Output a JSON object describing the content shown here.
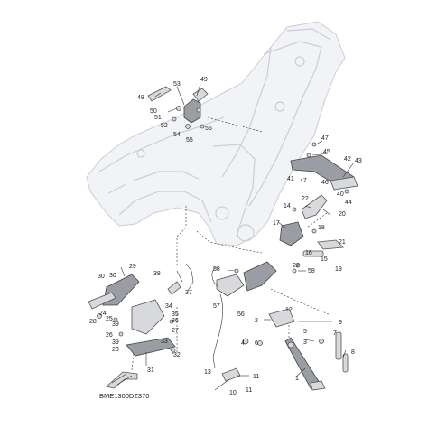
{
  "diagram": {
    "code_label": "BME1300DZ370",
    "callouts": [
      "1",
      "2",
      "3",
      "4",
      "5",
      "6",
      "7",
      "8",
      "9",
      "10",
      "11",
      "12",
      "13",
      "14",
      "15",
      "16",
      "17",
      "18",
      "19",
      "20",
      "21",
      "22",
      "23",
      "24",
      "25",
      "26",
      "27",
      "28",
      "29",
      "30",
      "31",
      "32",
      "33",
      "34",
      "35",
      "36",
      "37",
      "38",
      "39",
      "40",
      "41",
      "42",
      "43",
      "44",
      "45",
      "46",
      "47",
      "48",
      "49",
      "50",
      "51",
      "52",
      "53",
      "54",
      "55",
      "56",
      "57",
      "58"
    ]
  }
}
